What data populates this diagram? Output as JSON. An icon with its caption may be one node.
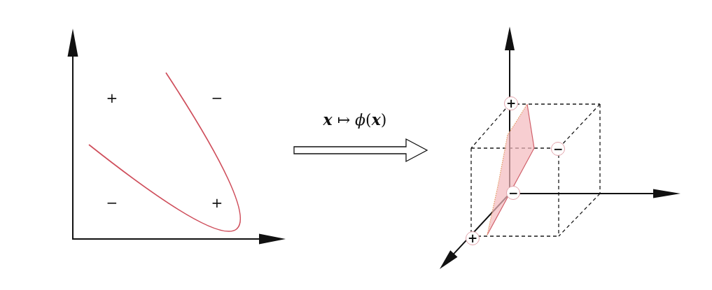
{
  "diagram": {
    "nodes": [
      {
        "text": [],
        "shape": "picture"
      },
      {
        "text": [],
        "shape": "picture"
      },
      {
        "text": [
          "+"
        ],
        "in": 1
      },
      {
        "text": [
          "−"
        ],
        "in": 1
      },
      {
        "text": [
          "−"
        ],
        "in": 1
      },
      {
        "text": [
          "+"
        ],
        "in": 1
      }
    ],
    "edges": [
      {
        "from": 0,
        "to": 1,
        "arrow": "to",
        "label": "**x** ↦ *ϕ*(**x**)",
        "style": "thick"
      }
    ],
    "labels": [
      "+",
      "−",
      "−",
      "+"
    ]
  }
}
